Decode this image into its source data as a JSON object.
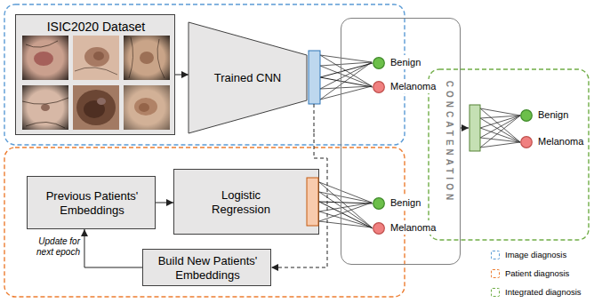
{
  "diagram": {
    "nodes": [
      {
        "text": [
          "ISIC2020 Dataset"
        ]
      },
      {
        "text": [
          "Trained CNN"
        ]
      },
      {
        "text": [
          "CONCATENATION"
        ]
      },
      {
        "text": [
          "Benign"
        ],
        "in": 2
      },
      {
        "text": [
          "Melanoma"
        ],
        "in": 2
      },
      {
        "text": [
          "Benign"
        ],
        "in": 2
      },
      {
        "text": [
          "Melanoma"
        ],
        "in": 2
      },
      {
        "text": [
          "Benign"
        ]
      },
      {
        "text": [
          "Melanoma"
        ]
      },
      {
        "text": [
          "Previous Patients' Embeddings"
        ]
      },
      {
        "text": [
          "Logistic Regression"
        ]
      },
      {
        "text": [
          "Build New Patients' Embeddings"
        ]
      }
    ],
    "edges": [
      {
        "from": 0,
        "to": 1,
        "arrow": "to"
      },
      {
        "from": 1,
        "to": 3,
        "arrow": "none"
      },
      {
        "from": 1,
        "to": 4,
        "arrow": "none"
      },
      {
        "from": 1,
        "to": 11,
        "arrow": "to"
      },
      {
        "from": 9,
        "to": 10,
        "arrow": "to"
      },
      {
        "from": 10,
        "to": 5,
        "arrow": "none"
      },
      {
        "from": 10,
        "to": 6,
        "arrow": "none"
      },
      {
        "from": 11,
        "to": 9,
        "arrow": "to",
        "label": "Update for next epoch"
      }
    ],
    "legend": [
      {
        "text": "Image diagnosis",
        "color": "#5b9bd5"
      },
      {
        "text": "Patient diagnosis",
        "color": "#ed7d31"
      },
      {
        "text": "Integrated diagnosis",
        "color": "#70ad47"
      }
    ]
  }
}
